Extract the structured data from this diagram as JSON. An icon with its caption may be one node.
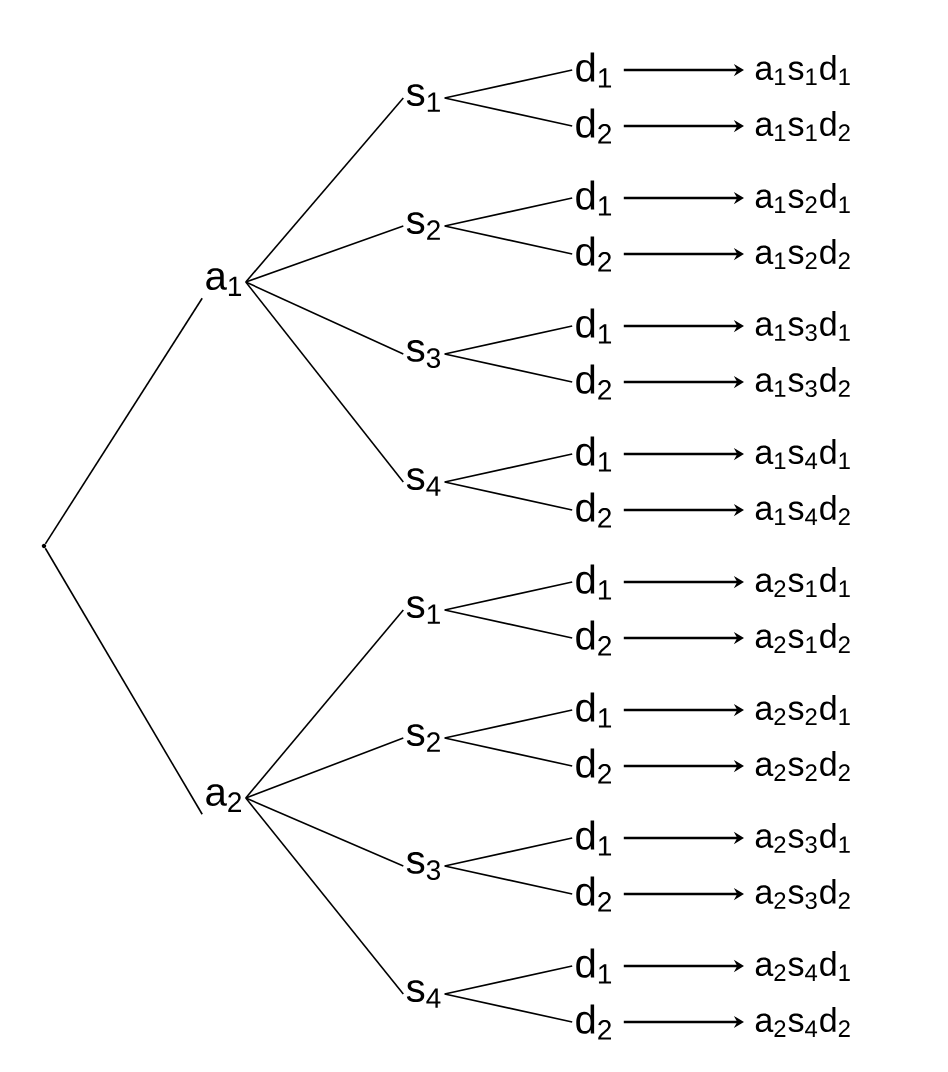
{
  "diagram": {
    "nodes": [
      {
        "text": [],
        "shape": "point"
      },
      {
        "text": [
          "a$_{1}$"
        ]
      },
      {
        "text": [
          "s$_{1}$"
        ]
      },
      {
        "text": [
          "s$_{2}$"
        ]
      },
      {
        "text": [
          "s$_{3}$"
        ]
      },
      {
        "text": [
          "s$_{4}$"
        ]
      },
      {
        "text": [
          "a$_{2}$"
        ]
      },
      {
        "text": [
          "s$_{1}$"
        ]
      },
      {
        "text": [
          "s$_{2}$"
        ]
      },
      {
        "text": [
          "s$_{3}$"
        ]
      },
      {
        "text": [
          "s$_{4}$"
        ]
      },
      {
        "text": [
          "d$_{1}$"
        ]
      },
      {
        "text": [
          "d$_{2}$"
        ]
      },
      {
        "text": [
          "d$_{1}$"
        ]
      },
      {
        "text": [
          "d$_{2}$"
        ]
      },
      {
        "text": [
          "d$_{1}$"
        ]
      },
      {
        "text": [
          "d$_{2}$"
        ]
      },
      {
        "text": [
          "d$_{1}$"
        ]
      },
      {
        "text": [
          "d$_{2}$"
        ]
      },
      {
        "text": [
          "d$_{1}$"
        ]
      },
      {
        "text": [
          "d$_{2}$"
        ]
      },
      {
        "text": [
          "d$_{1}$"
        ]
      },
      {
        "text": [
          "d$_{2}$"
        ]
      },
      {
        "text": [
          "d$_{1}$"
        ]
      },
      {
        "text": [
          "d$_{2}$"
        ]
      },
      {
        "text": [
          "d$_{1}$"
        ]
      },
      {
        "text": [
          "d$_{2}$"
        ]
      },
      {
        "text": [
          "a$_{1}$s$_{1}$d$_{1}$"
        ]
      },
      {
        "text": [
          "a$_{1}$s$_{1}$d$_{2}$"
        ]
      },
      {
        "text": [
          "a$_{1}$s$_{2}$d$_{1}$"
        ]
      },
      {
        "text": [
          "a$_{1}$s$_{2}$d$_{2}$"
        ]
      },
      {
        "text": [
          "a$_{1}$s$_{3}$d$_{1}$"
        ]
      },
      {
        "text": [
          "a$_{1}$s$_{3}$d$_{2}$"
        ]
      },
      {
        "text": [
          "a$_{1}$s$_{4}$d$_{1}$"
        ]
      },
      {
        "text": [
          "a$_{1}$s$_{4}$d$_{2}$"
        ]
      },
      {
        "text": [
          "a$_{2}$s$_{1}$d$_{1}$"
        ]
      },
      {
        "text": [
          "a$_{2}$s$_{1}$d$_{2}$"
        ]
      },
      {
        "text": [
          "a$_{2}$s$_{2}$d$_{1}$"
        ]
      },
      {
        "text": [
          "a$_{2}$s$_{2}$d$_{2}$"
        ]
      },
      {
        "text": [
          "a$_{2}$s$_{3}$d$_{1}$"
        ]
      },
      {
        "text": [
          "a$_{2}$s$_{3}$d$_{2}$"
        ]
      },
      {
        "text": [
          "a$_{2}$s$_{4}$d$_{1}$"
        ]
      },
      {
        "text": [
          "a$_{2}$s$_{4}$d$_{2}$"
        ]
      }
    ],
    "edges": [
      {
        "from": 0,
        "to": 1,
        "arrow": "none"
      },
      {
        "from": 0,
        "to": 6,
        "arrow": "none"
      },
      {
        "from": 1,
        "to": 2,
        "arrow": "none"
      },
      {
        "from": 1,
        "to": 3,
        "arrow": "none"
      },
      {
        "from": 1,
        "to": 4,
        "arrow": "none"
      },
      {
        "from": 1,
        "to": 5,
        "arrow": "none"
      },
      {
        "from": 6,
        "to": 7,
        "arrow": "none"
      },
      {
        "from": 6,
        "to": 8,
        "arrow": "none"
      },
      {
        "from": 6,
        "to": 9,
        "arrow": "none"
      },
      {
        "from": 6,
        "to": 10,
        "arrow": "none"
      },
      {
        "from": 2,
        "to": 11,
        "arrow": "none"
      },
      {
        "from": 2,
        "to": 12,
        "arrow": "none"
      },
      {
        "from": 3,
        "to": 13,
        "arrow": "none"
      },
      {
        "from": 3,
        "to": 14,
        "arrow": "none"
      },
      {
        "from": 4,
        "to": 15,
        "arrow": "none"
      },
      {
        "from": 4,
        "to": 16,
        "arrow": "none"
      },
      {
        "from": 5,
        "to": 17,
        "arrow": "none"
      },
      {
        "from": 5,
        "to": 18,
        "arrow": "none"
      },
      {
        "from": 7,
        "to": 19,
        "arrow": "none"
      },
      {
        "from": 7,
        "to": 20,
        "arrow": "none"
      },
      {
        "from": 8,
        "to": 21,
        "arrow": "none"
      },
      {
        "from": 8,
        "to": 22,
        "arrow": "none"
      },
      {
        "from": 9,
        "to": 23,
        "arrow": "none"
      },
      {
        "from": 9,
        "to": 24,
        "arrow": "none"
      },
      {
        "from": 10,
        "to": 25,
        "arrow": "none"
      },
      {
        "from": 10,
        "to": 26,
        "arrow": "none"
      },
      {
        "from": 11,
        "to": 27,
        "arrow": "to"
      },
      {
        "from": 12,
        "to": 28,
        "arrow": "to"
      },
      {
        "from": 13,
        "to": 29,
        "arrow": "to"
      },
      {
        "from": 14,
        "to": 30,
        "arrow": "to"
      },
      {
        "from": 15,
        "to": 31,
        "arrow": "to"
      },
      {
        "from": 16,
        "to": 32,
        "arrow": "to"
      },
      {
        "from": 17,
        "to": 33,
        "arrow": "to"
      },
      {
        "from": 18,
        "to": 34,
        "arrow": "to"
      },
      {
        "from": 19,
        "to": 35,
        "arrow": "to"
      },
      {
        "from": 20,
        "to": 36,
        "arrow": "to"
      },
      {
        "from": 21,
        "to": 37,
        "arrow": "to"
      },
      {
        "from": 22,
        "to": 38,
        "arrow": "to"
      },
      {
        "from": 23,
        "to": 39,
        "arrow": "to"
      },
      {
        "from": 24,
        "to": 40,
        "arrow": "to"
      },
      {
        "from": 25,
        "to": 41,
        "arrow": "to"
      },
      {
        "from": 26,
        "to": 42,
        "arrow": "to"
      }
    ]
  }
}
